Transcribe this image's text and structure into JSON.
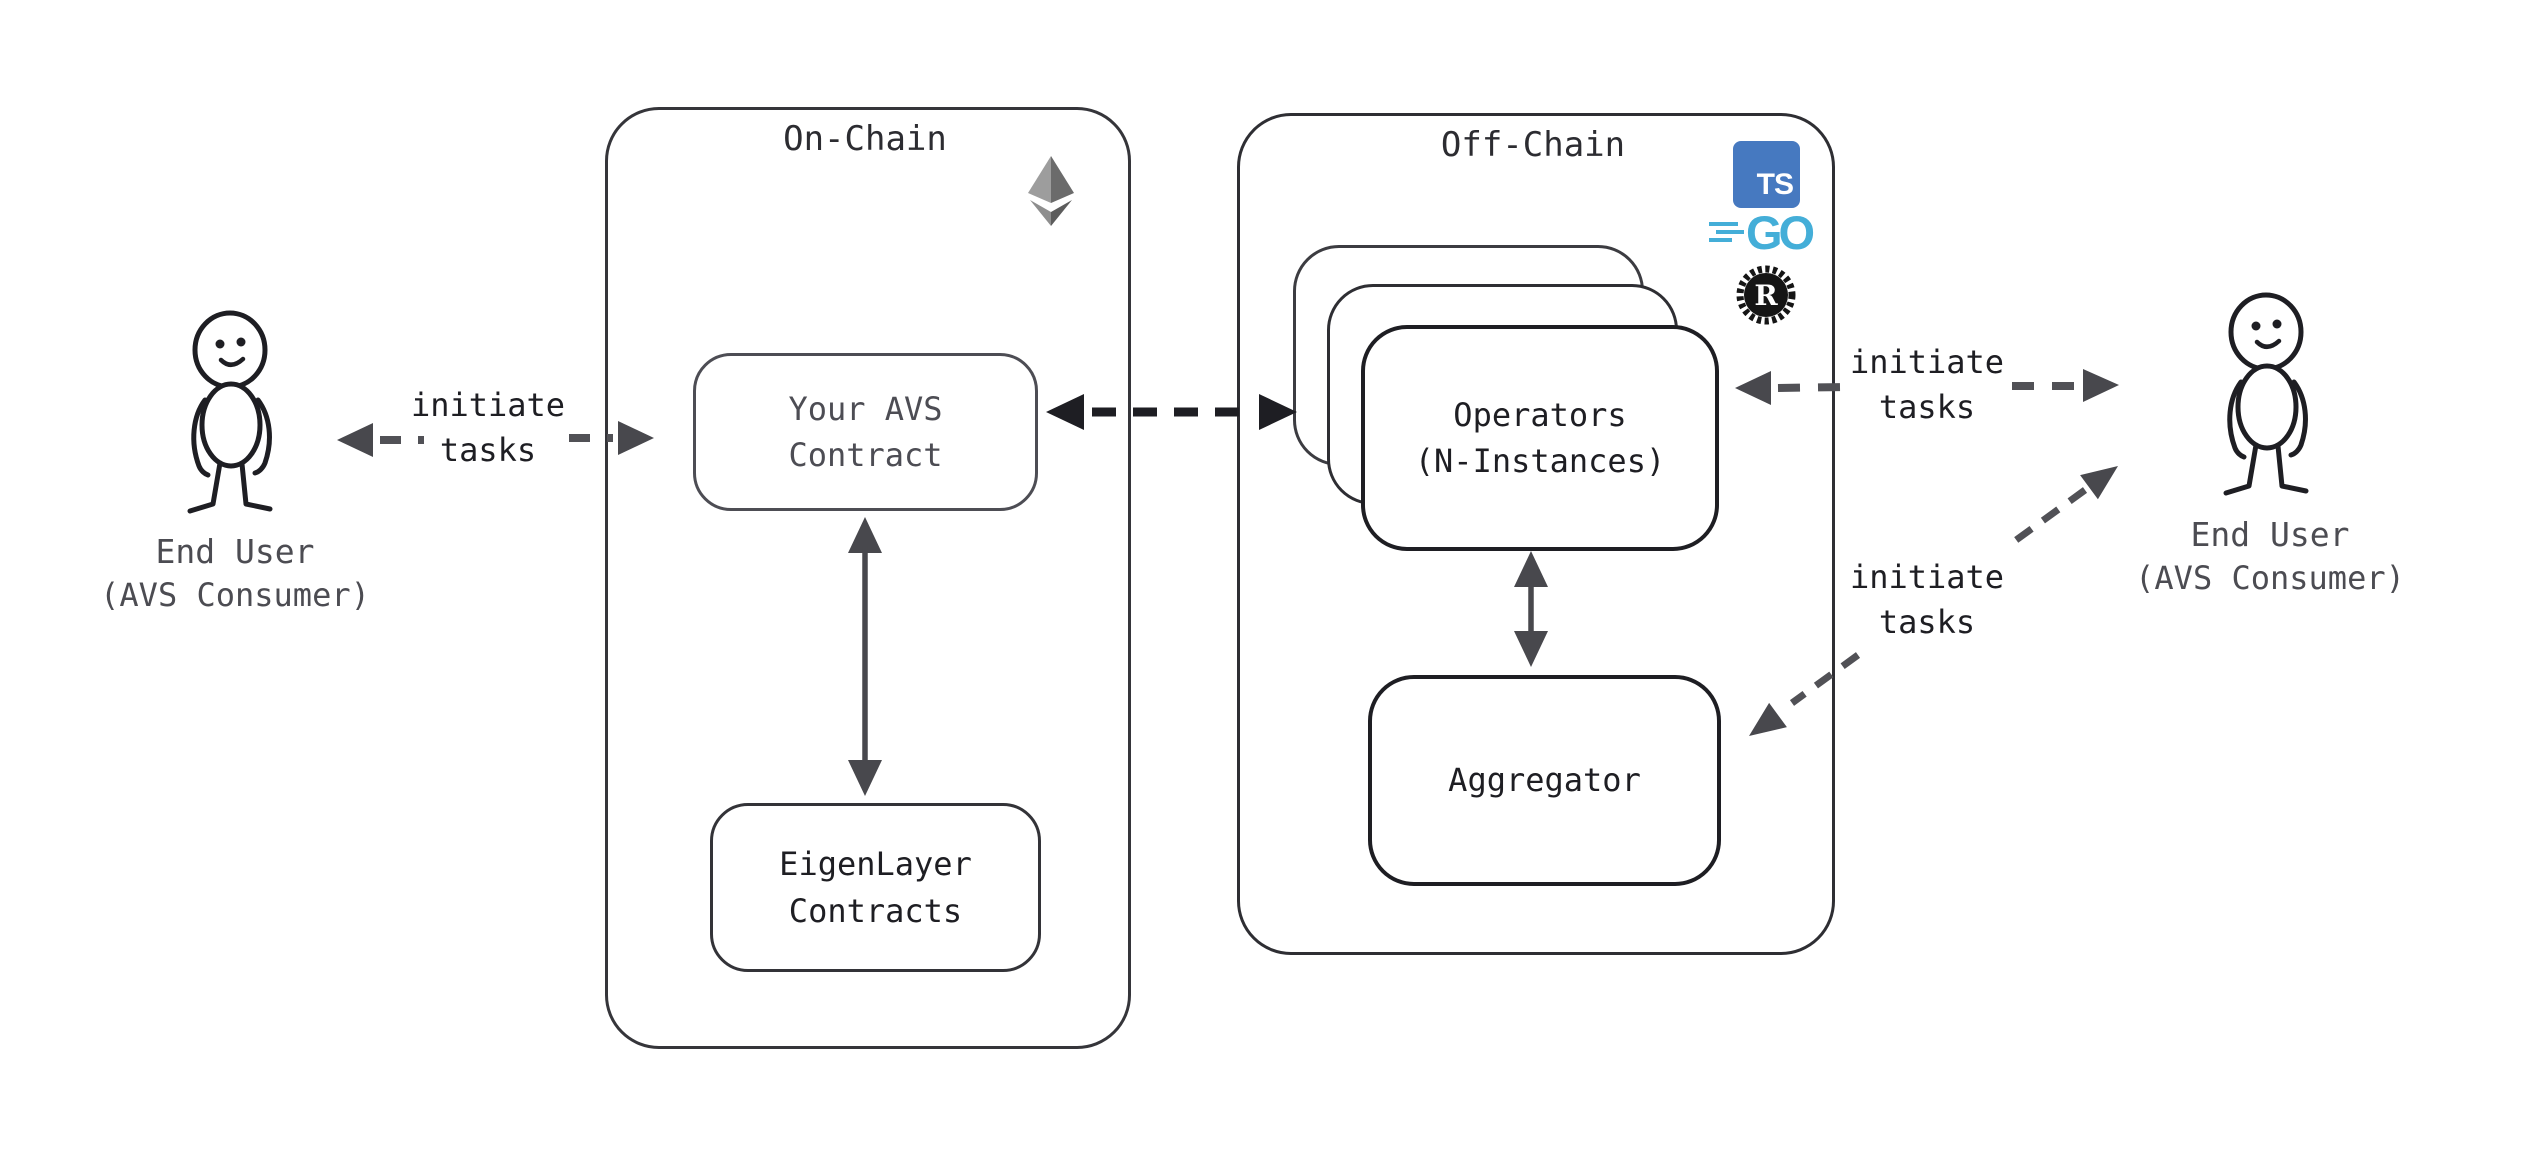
{
  "containers": {
    "on_chain": {
      "title": "On-Chain"
    },
    "off_chain": {
      "title": "Off-Chain"
    }
  },
  "nodes": {
    "avs_contract": {
      "line1": "Your AVS",
      "line2": "Contract"
    },
    "eigenlayer": {
      "line1": "EigenLayer",
      "line2": "Contracts"
    },
    "operators": {
      "line1": "Operators",
      "line2": "(N-Instances)"
    },
    "aggregator": {
      "label": "Aggregator"
    }
  },
  "actors": {
    "left_user": {
      "line1": "End User",
      "line2": "(AVS Consumer)"
    },
    "right_user": {
      "line1": "End User",
      "line2": "(AVS Consumer)"
    }
  },
  "edges": {
    "left_tasks": {
      "line1": "initiate",
      "line2": "tasks"
    },
    "right_top_tasks": {
      "line1": "initiate",
      "line2": "tasks"
    },
    "right_diag_tasks": {
      "line1": "initiate",
      "line2": "tasks"
    }
  },
  "icons": {
    "ethereum": {
      "name": "ethereum-logo"
    },
    "typescript": {
      "label": "TS"
    },
    "go": {
      "label": "GO"
    },
    "rust": {
      "label": "R"
    }
  },
  "colors": {
    "background": "#ffffff",
    "line_dark": "#1e1e23",
    "line_gray": "#515156",
    "border_gray": "#35353a",
    "ts_blue": "#4679c0",
    "go_cyan": "#44aed8",
    "rust_black": "#151515",
    "eth_gray_light": "#9d9d9d",
    "eth_gray_dark": "#6b6b6b"
  }
}
